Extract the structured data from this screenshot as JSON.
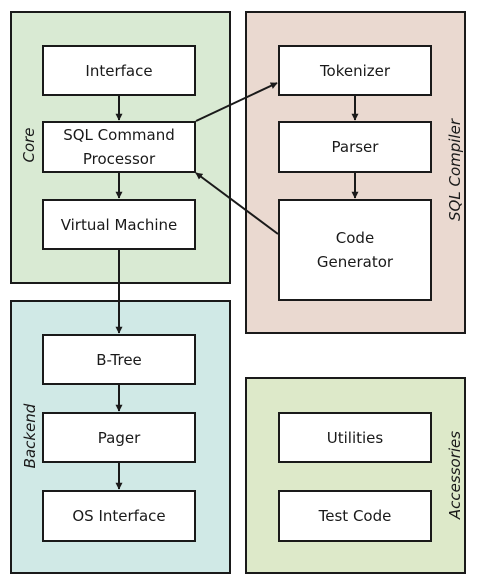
{
  "groups": {
    "core": {
      "label": "Core",
      "color": "#d9ead3"
    },
    "backend": {
      "label": "Backend",
      "color": "#d0e9e6"
    },
    "compiler": {
      "label": "SQL Compiler",
      "color": "#ead9d0"
    },
    "accessories": {
      "label": "Accessories",
      "color": "#dde9c9"
    }
  },
  "nodes": {
    "interface": "Interface",
    "sql_command_processor": "SQL Command\nProcessor",
    "virtual_machine": "Virtual Machine",
    "tokenizer": "Tokenizer",
    "parser": "Parser",
    "code_generator": "Code\nGenerator",
    "btree": "B-Tree",
    "pager": "Pager",
    "os_interface": "OS Interface",
    "utilities": "Utilities",
    "test_code": "Test Code"
  },
  "edges": [
    {
      "from": "interface",
      "to": "sql_command_processor"
    },
    {
      "from": "sql_command_processor",
      "to": "virtual_machine"
    },
    {
      "from": "sql_command_processor",
      "to": "tokenizer"
    },
    {
      "from": "tokenizer",
      "to": "parser"
    },
    {
      "from": "parser",
      "to": "code_generator"
    },
    {
      "from": "code_generator",
      "to": "sql_command_processor"
    },
    {
      "from": "virtual_machine",
      "to": "btree"
    },
    {
      "from": "btree",
      "to": "pager"
    },
    {
      "from": "pager",
      "to": "os_interface"
    }
  ],
  "line_color": "#1a1a1a"
}
